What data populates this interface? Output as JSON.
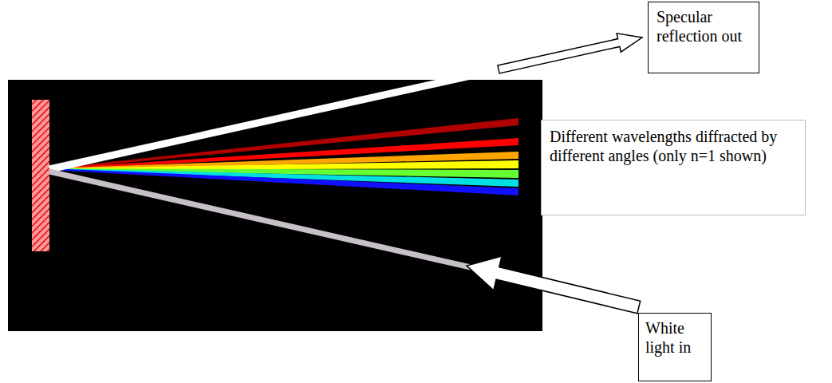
{
  "diagram": {
    "nodes": [
      {
        "text": [
          "Specular reflection out"
        ]
      },
      {
        "text": [
          "Different wavelengths diffracted by different angles (only n=1 shown)"
        ]
      },
      {
        "text": [
          "White light in"
        ]
      }
    ]
  }
}
